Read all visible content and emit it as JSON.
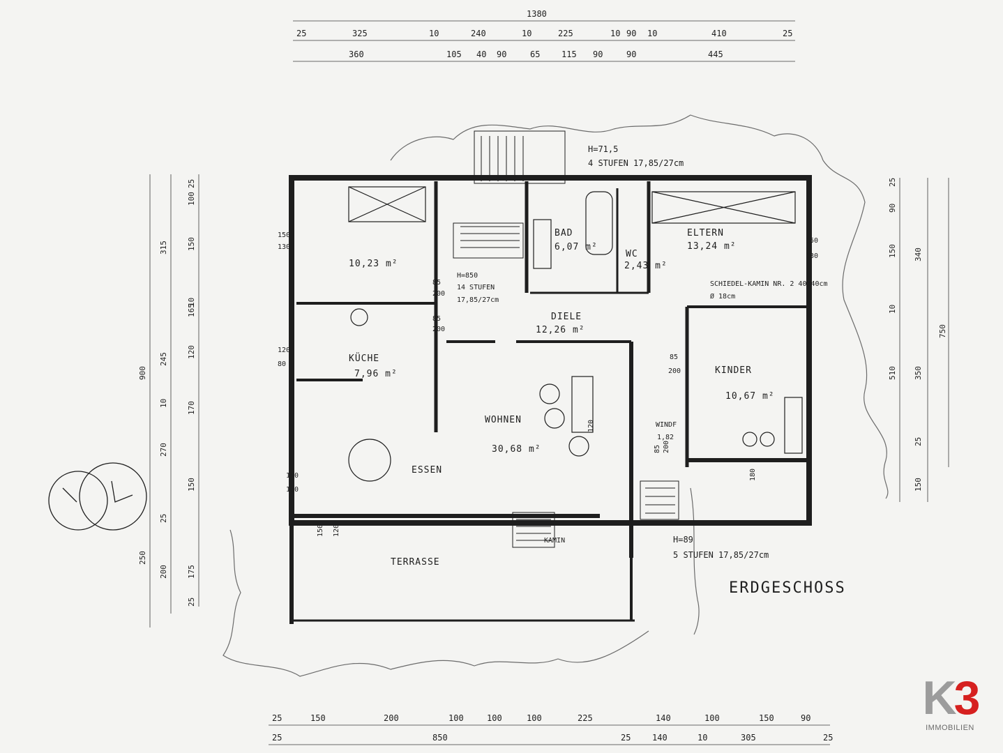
{
  "plan": {
    "title": "ERDGESCHOSS",
    "rooms": [
      {
        "name": "",
        "area": "10,23 m²"
      },
      {
        "name": "BAD",
        "area": "6,07 m²"
      },
      {
        "name": "WC",
        "area": "2,43 m²"
      },
      {
        "name": "ELTERN",
        "area": "13,24 m²"
      },
      {
        "name": "DIELE",
        "area": "12,26 m²"
      },
      {
        "name": "KÜCHE",
        "area": "7,96 m²"
      },
      {
        "name": "KINDER",
        "area": "10,67 m²"
      },
      {
        "name": "WOHNEN",
        "area": "30,68 m²"
      },
      {
        "name": "ESSEN",
        "area": ""
      },
      {
        "name": "WINDF",
        "area": "1,82"
      },
      {
        "name": "TERRASSE",
        "area": ""
      },
      {
        "name": "KAMIN",
        "area": ""
      }
    ],
    "annotations": [
      "H=71,5",
      "4 STUFEN 17,85/27cm",
      "H=850",
      "14 STUFEN",
      "17,85/27cm",
      "SCHIEDEL-KAMIN NR. 2 40x40cm",
      "Ø 18cm",
      "H=89",
      "5 STUFEN 17,85/27cm"
    ],
    "dims_top_total": "1380",
    "dims_top_row1": [
      "25",
      "325",
      "10",
      "240",
      "10",
      "225",
      "10",
      "90",
      "10",
      "410",
      "25"
    ],
    "dims_top_row2": [
      "360",
      "105",
      "40",
      "90",
      "65",
      "115",
      "90",
      "90",
      "445"
    ],
    "dims_bottom_row1": [
      "25",
      "150",
      "200",
      "100",
      "100",
      "100",
      "225",
      "140",
      "100",
      "150",
      "90"
    ],
    "dims_bottom_row2": [
      "25",
      "850",
      "25",
      "140",
      "10",
      "305",
      "25"
    ],
    "dims_left_total": "900",
    "dims_left_outer": [
      "315",
      "245",
      "270",
      "250"
    ],
    "dims_left_inner": [
      "25",
      "100",
      "150",
      "10",
      "165",
      "120",
      "10",
      "170",
      "150",
      "25",
      "200",
      "175",
      "25"
    ],
    "dims_right_total": "750",
    "dims_right_outer": [
      "340",
      "510"
    ],
    "dims_right_inner": [
      "25",
      "90",
      "150",
      "10",
      "350",
      "25",
      "150"
    ],
    "openings": [
      "150",
      "130",
      "120",
      "80",
      "85",
      "200",
      "150",
      "130",
      "150",
      "120",
      "85",
      "200",
      "150",
      "130",
      "85",
      "200",
      "120",
      "85",
      "200",
      "180"
    ]
  },
  "brand": {
    "logo_text_left": "K",
    "logo_text_right": "3",
    "logo_sub": "IMMOBILIEN",
    "logo_grey": "#9c9c9c",
    "logo_red": "#d6201f"
  }
}
